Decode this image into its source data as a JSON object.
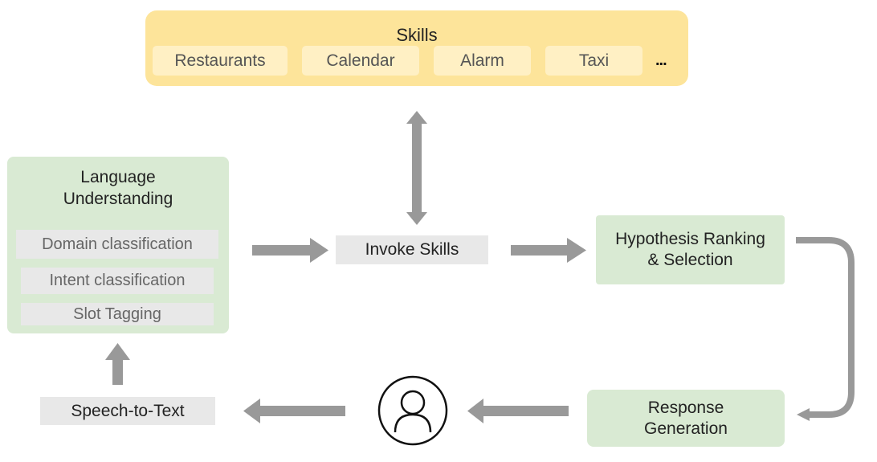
{
  "skills": {
    "title": "Skills",
    "items": [
      "Restaurants",
      "Calendar",
      "Alarm",
      "Taxi"
    ],
    "more": "..."
  },
  "language_understanding": {
    "title_line1": "Language",
    "title_line2": "Understanding",
    "items": [
      "Domain classification",
      "Intent classification",
      "Slot Tagging"
    ]
  },
  "invoke_skills": {
    "label": "Invoke Skills"
  },
  "hypothesis": {
    "line1": "Hypothesis Ranking",
    "line2": "& Selection"
  },
  "response": {
    "line1": "Response",
    "line2": "Generation"
  },
  "speech_to_text": {
    "label": "Speech-to-Text"
  },
  "user": {
    "icon": "user-icon"
  },
  "colors": {
    "skills_panel": "#fde49a",
    "skill_chip": "#fff0c4",
    "green_panel": "#d9ead3",
    "gray_box": "#e8e8e8",
    "arrow": "#999999"
  }
}
